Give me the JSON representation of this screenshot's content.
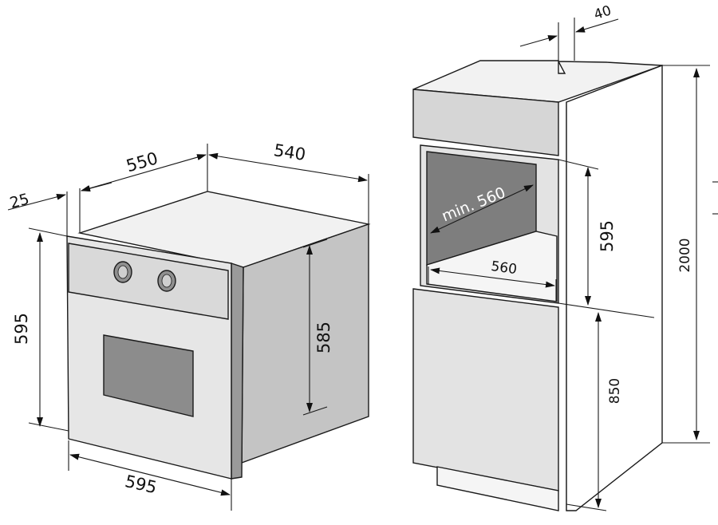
{
  "oven": {
    "front_width": "595",
    "front_height": "595",
    "depth_total": "550",
    "front_thickness": "25",
    "top_depth": "540",
    "body_height": "585"
  },
  "cabinet": {
    "top_offset": "40",
    "niche_min_width": "min. 560",
    "niche_width": "560",
    "niche_height": "595",
    "total_height": "2000",
    "base_height": "850"
  },
  "colors": {
    "outline": "#1a1a1a",
    "top": "#f2f2f2",
    "face": "#e4e4e4",
    "side": "#bdbdbd",
    "dark": "#7a7a7a",
    "window": "#8a8a8a"
  }
}
